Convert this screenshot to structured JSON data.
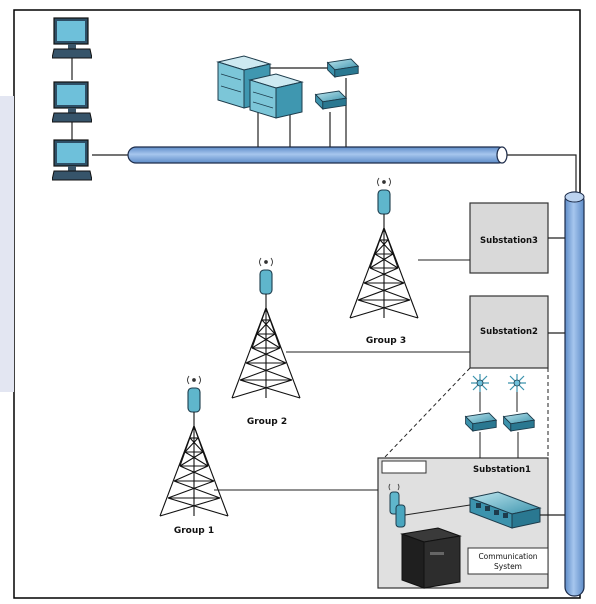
{
  "labels": {
    "group1": "Group 1",
    "group2": "Group 2",
    "group3": "Group 3",
    "substation1": "Substation1",
    "substation2": "Substation2",
    "substation3": "Substation3",
    "communication_system_line1": "Communication",
    "communication_system_line2": "System"
  },
  "colors": {
    "pipe_fill": "#7fa9de",
    "pipe_stroke": "#1d2c4a",
    "substation_fill": "#d9d9d9",
    "left_panel": "#e3e6f2",
    "device_teal": "#5fb6cc",
    "device_dark": "#2a5f78",
    "tower": "#111111"
  }
}
